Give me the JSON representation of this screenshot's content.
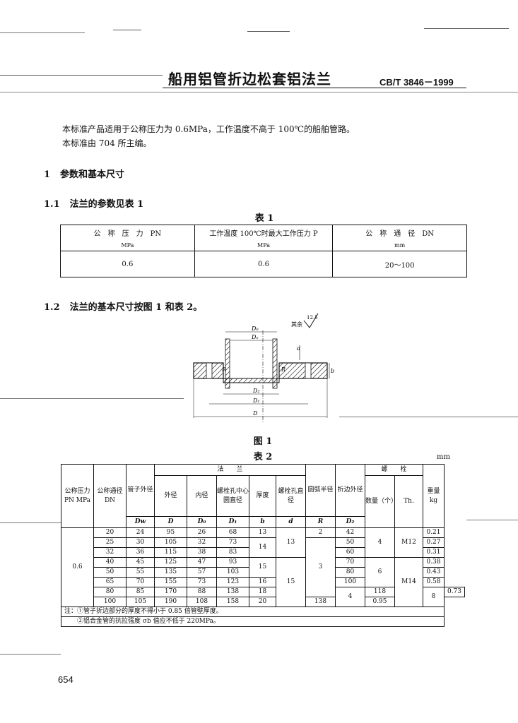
{
  "header": {
    "title": "船用铝管折边松套铝法兰",
    "standard_no": "CB/T 3846－1999"
  },
  "intro": {
    "line1": "本标准产品适用于公称压力为 0.6MPa，工作温度不高于 100℃的船舶管路。",
    "line2": "本标准由 704 所主编。"
  },
  "sections": {
    "s1": {
      "num": "1",
      "title": "参数和基本尺寸"
    },
    "s1_1": {
      "num": "1.1",
      "title": "法兰的参数见表 1"
    },
    "s1_2": {
      "num": "1.2",
      "title": "法兰的基本尺寸按图 1 和表 2。"
    }
  },
  "table1": {
    "caption": "表 1",
    "headers": [
      {
        "label": "公　称　压　力　PN",
        "unit": "MPa"
      },
      {
        "label": "工作温度 100℃时最大工作压力 P",
        "unit": "MPa"
      },
      {
        "label": "公　称　通　径　DN",
        "unit": "mm"
      }
    ],
    "row": [
      "0.6",
      "0.6",
      "20～100"
    ]
  },
  "figure": {
    "caption": "图 1",
    "roughness": "其余",
    "roughness_value": "12.5",
    "labels": {
      "D0": "D₀",
      "Dw": "Dₒ",
      "d": "d",
      "b": "b",
      "R": "R",
      "D2": "D₂",
      "D1": "D₁",
      "D": "D"
    }
  },
  "table2": {
    "caption": "表 2",
    "unit": "mm",
    "h": {
      "pn": "公称压力 PN MPa",
      "dn": "公称通径 DN",
      "pipe": "管子外径",
      "pipe_sym": "Dw",
      "flange": "法　　兰",
      "outer": "外径",
      "outer_sym": "D",
      "inner": "内径",
      "inner_sym": "D₀",
      "bolt_circle": "螺栓孔中心圆直径",
      "bolt_circle_sym": "D₁",
      "thick": "厚度",
      "thick_sym": "b",
      "bolt_hole": "螺栓孔直径",
      "bolt_hole_sym": "d",
      "radius": "圆弧半径",
      "radius_sym": "R",
      "fold": "折边外径",
      "fold_sym": "D₂",
      "bolt": "螺　　栓",
      "count": "数量（个）",
      "thread": "Th.",
      "weight": "重量 kg"
    },
    "pn_value": "0.6",
    "dn": [
      "20",
      "25",
      "32",
      "40",
      "50",
      "65",
      "80",
      "100"
    ],
    "dw": [
      "24",
      "30",
      "36",
      "45",
      "55",
      "70",
      "85",
      "105"
    ],
    "D": [
      "95",
      "105",
      "115",
      "125",
      "135",
      "155",
      "170",
      "190"
    ],
    "D0": [
      "26",
      "32",
      "38",
      "47",
      "57",
      "73",
      "88",
      "108"
    ],
    "D1": [
      "68",
      "73",
      "83",
      "93",
      "103",
      "123",
      "138",
      "158"
    ],
    "b": [
      "13",
      "14",
      "15",
      "16",
      "18",
      "20"
    ],
    "d": [
      "13",
      "15"
    ],
    "R": [
      "2",
      "3",
      "4"
    ],
    "D2": [
      "42",
      "50",
      "60",
      "70",
      "80",
      "100",
      "118",
      "138"
    ],
    "count": [
      "4",
      "6",
      "8"
    ],
    "thread": [
      "M12",
      "M14"
    ],
    "weight": [
      "0.21",
      "0.27",
      "0.31",
      "0.38",
      "0.43",
      "0.58",
      "0.73",
      "0.95"
    ],
    "notes": [
      "注：①管子折边部分的厚度不得小于 0.85 倍管壁厚度。",
      "　　②铝合金管的抗拉强度 σb 值应不低于 220MPa。"
    ]
  },
  "page_number": "654"
}
